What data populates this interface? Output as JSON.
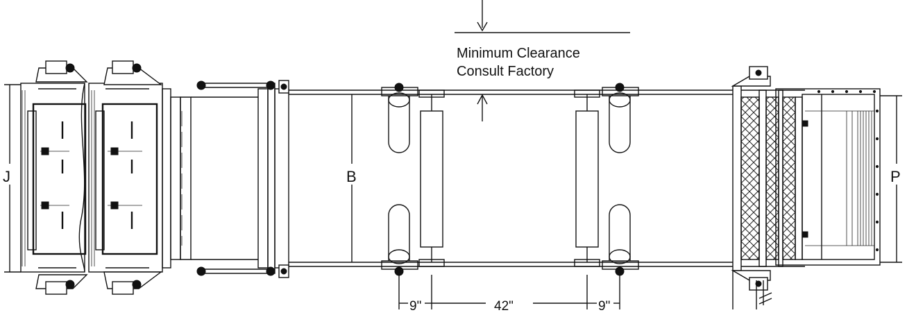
{
  "labels": {
    "clearance_line1": "Minimum Clearance",
    "clearance_line2": "Consult Factory",
    "j": "J",
    "b": "B",
    "p": "P",
    "spacing_left": "9\"",
    "spacing_center": "42\"",
    "spacing_right": "9\""
  }
}
